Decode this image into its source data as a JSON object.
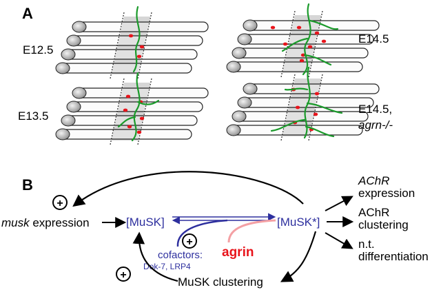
{
  "panels": {
    "a": "A",
    "b": "B"
  },
  "stages": [
    {
      "line1": "E12.5",
      "line2": ""
    },
    {
      "line1": "E14.5",
      "line2": ""
    },
    {
      "line1": "E13.5",
      "line2": ""
    },
    {
      "line1": "E14.5,",
      "line2": "agrn-/-"
    }
  ],
  "pathway": {
    "musk_italic": "musk",
    "musk_rest": " expression",
    "musk_node": "[MuSK]",
    "musk_active": "[MuSK*]",
    "cofactors_title": "cofactors:",
    "cofactors_list": "Dok-7, LRP4",
    "agrin": "agrin",
    "musk_clustering": "MuSK clustering",
    "plus_sign": "+",
    "out_achr_italic": "AChR",
    "out_achr_rest": "expression",
    "out_cluster_1": "AChR",
    "out_cluster_2": "clustering",
    "out_nt_1": "n.t.",
    "out_nt_2": "differentiation"
  },
  "colors": {
    "nerve": "#1a9a2a",
    "cluster": "#e8141b",
    "musk_blue": "#2d2f9e",
    "agrin_pink": "#f4a0a4",
    "band": "#d6d6d6",
    "fiber": "#f5f5f5"
  },
  "clusters": {
    "E12.5": 3,
    "E13.5": 6,
    "E14.5": 8,
    "E14.5 agrn-/-": 6
  }
}
